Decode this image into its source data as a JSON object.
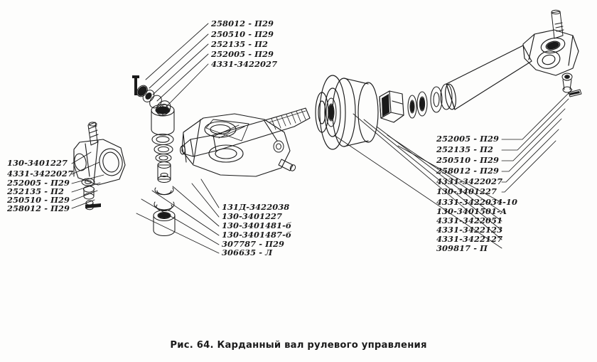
{
  "figure": {
    "caption": "Рис. 64. Карданный вал рулевого управления",
    "ink_color": "#1a1a1a",
    "background_color": "#fdfdfc"
  },
  "label_groups": {
    "top": {
      "name": "top-callout-group",
      "items": [
        {
          "code": "258012 - П29"
        },
        {
          "code": "250510 - П29"
        },
        {
          "code": "252135 - П2"
        },
        {
          "code": "252005 - П29"
        },
        {
          "code": "4331-3422027"
        }
      ]
    },
    "left": {
      "name": "left-callout-group",
      "items": [
        {
          "code": "130-3401227"
        },
        {
          "code": "4331-3422027"
        },
        {
          "code": "252005 - П29"
        },
        {
          "code": "252135 - П2"
        },
        {
          "code": "250510 - П29"
        },
        {
          "code": "258012 - П29"
        }
      ]
    },
    "center": {
      "name": "center-callout-group",
      "items": [
        {
          "code": "131Д-3422038"
        },
        {
          "code": "130-3401227"
        },
        {
          "code": "130-3401481-б"
        },
        {
          "code": "130-3401487-б"
        },
        {
          "code": "307787 - П29"
        },
        {
          "code": "306635 - Л"
        }
      ]
    },
    "right": {
      "name": "right-callout-group",
      "items": [
        {
          "code": "252005 - П29"
        },
        {
          "code": "252135 - П2"
        },
        {
          "code": "250510 - П29"
        },
        {
          "code": "258012 - П29"
        },
        {
          "code": "4331-3422027"
        },
        {
          "code": "130-3401227"
        },
        {
          "code": "4331-3422034-10"
        },
        {
          "code": "130-3401501-А"
        },
        {
          "code": "4331-3422051"
        },
        {
          "code": "4331-3422123"
        },
        {
          "code": "4331-3422127"
        },
        {
          "code": "309817 - П"
        }
      ]
    }
  }
}
